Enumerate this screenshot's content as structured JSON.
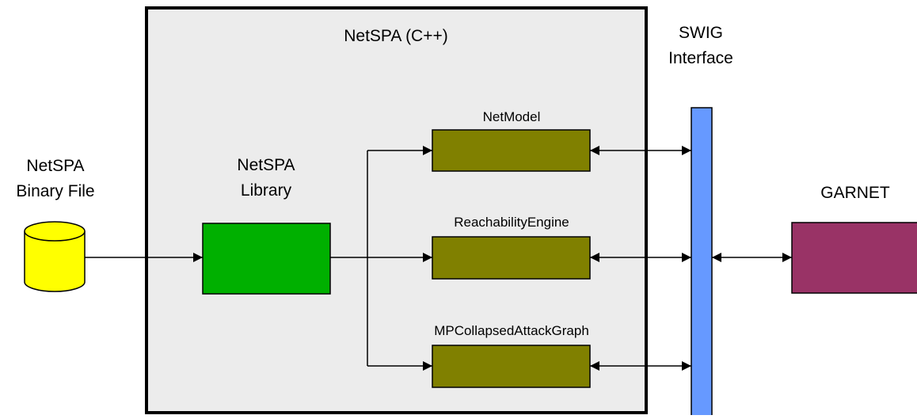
{
  "diagram": {
    "container": {
      "title": "NetSPA (C++)"
    },
    "binary_file": {
      "line1": "NetSPA",
      "line2": "Binary File"
    },
    "library": {
      "line1": "NetSPA",
      "line2": "Library"
    },
    "modules": [
      {
        "label": "NetModel"
      },
      {
        "label": "ReachabilityEngine"
      },
      {
        "label": "MPCollapsedAttackGraph"
      }
    ],
    "swig": {
      "line1": "SWIG",
      "line2": "Interface"
    },
    "garnet": {
      "label": "GARNET"
    },
    "colors": {
      "container_fill": "#ececec",
      "library_fill": "#00b000",
      "module_fill": "#808000",
      "swig_fill": "#6699ff",
      "garnet_fill": "#993366",
      "cylinder_fill": "#ffff00"
    }
  }
}
